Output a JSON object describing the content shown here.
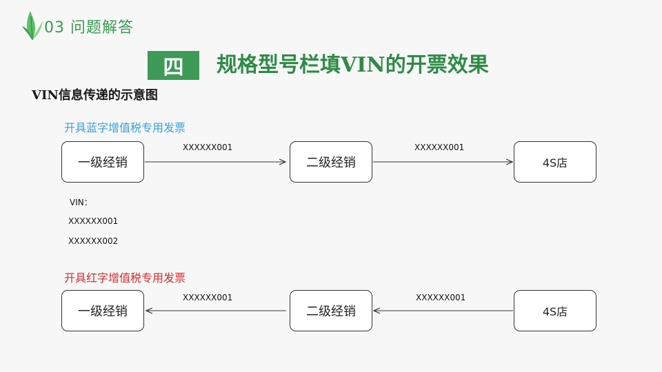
{
  "header": {
    "section_label": "03  问题解答",
    "badge": "四",
    "title": "规格型号栏填VIN的开票效果",
    "subtitle": "VIN信息传递的示意图"
  },
  "blue_flow": {
    "title": "开具蓝字增值税专用发票",
    "nodes": [
      "一级经销",
      "二级经销",
      "4S店"
    ],
    "edge_labels": [
      "XXXXXX001",
      "XXXXXX001"
    ]
  },
  "vin_list": {
    "label": "VIN：",
    "items": [
      "XXXXXX001",
      "XXXXXX002"
    ]
  },
  "red_flow": {
    "title": "开具红字增值税专用发票",
    "nodes": [
      "一级经销",
      "二级经销",
      "4S店"
    ],
    "edge_labels": [
      "XXXXXX001",
      "XXXXXX001"
    ]
  },
  "colors": {
    "accent_green": "#3e9a57",
    "blue_text": "#3aa0d8",
    "red_text": "#d62b2b"
  },
  "icons": {
    "logo": "green-leaf-icon"
  }
}
